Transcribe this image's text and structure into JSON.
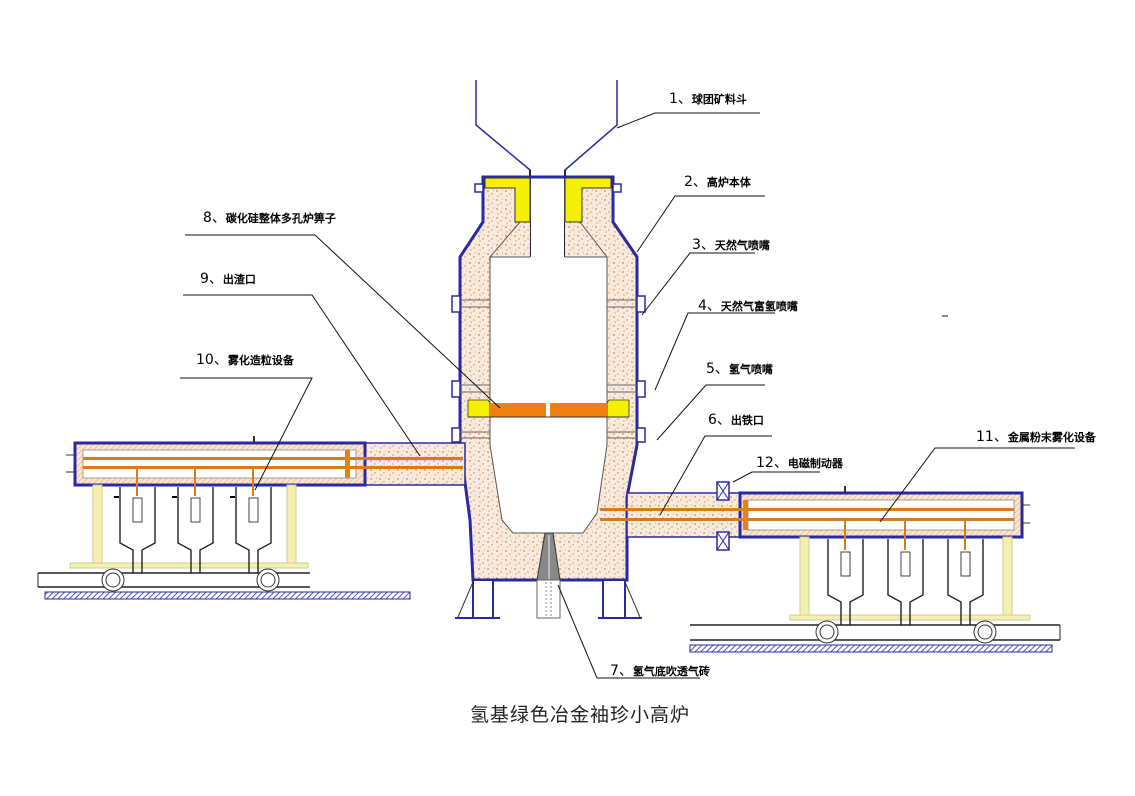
{
  "title": "氢基绿色冶金袖珍小高炉",
  "colors": {
    "shell": "#2a2aa0",
    "refractory": "#f4e6d8",
    "speckle": "#e8803a",
    "yellow": "#f5f000",
    "grate": "#f08010",
    "frame": "#f5f0b0"
  },
  "labels": [
    {
      "num": "1、",
      "text": "球团矿料斗"
    },
    {
      "num": "2、",
      "text": "高炉本体"
    },
    {
      "num": "3、",
      "text": "天然气喷嘴"
    },
    {
      "num": "4、",
      "text": "天然气富氢喷嘴"
    },
    {
      "num": "5、",
      "text": "氢气喷嘴"
    },
    {
      "num": "6、",
      "text": "出铁口"
    },
    {
      "num": "7、",
      "text": "氢气底吹透气砖"
    },
    {
      "num": "8、",
      "text": "碳化硅整体多孔炉箅子"
    },
    {
      "num": "9、",
      "text": "出渣口"
    },
    {
      "num": "10、",
      "text": "雾化造粒设备"
    },
    {
      "num": "11、",
      "text": "金属粉末雾化设备"
    },
    {
      "num": "12、",
      "text": "电磁制动器"
    }
  ]
}
